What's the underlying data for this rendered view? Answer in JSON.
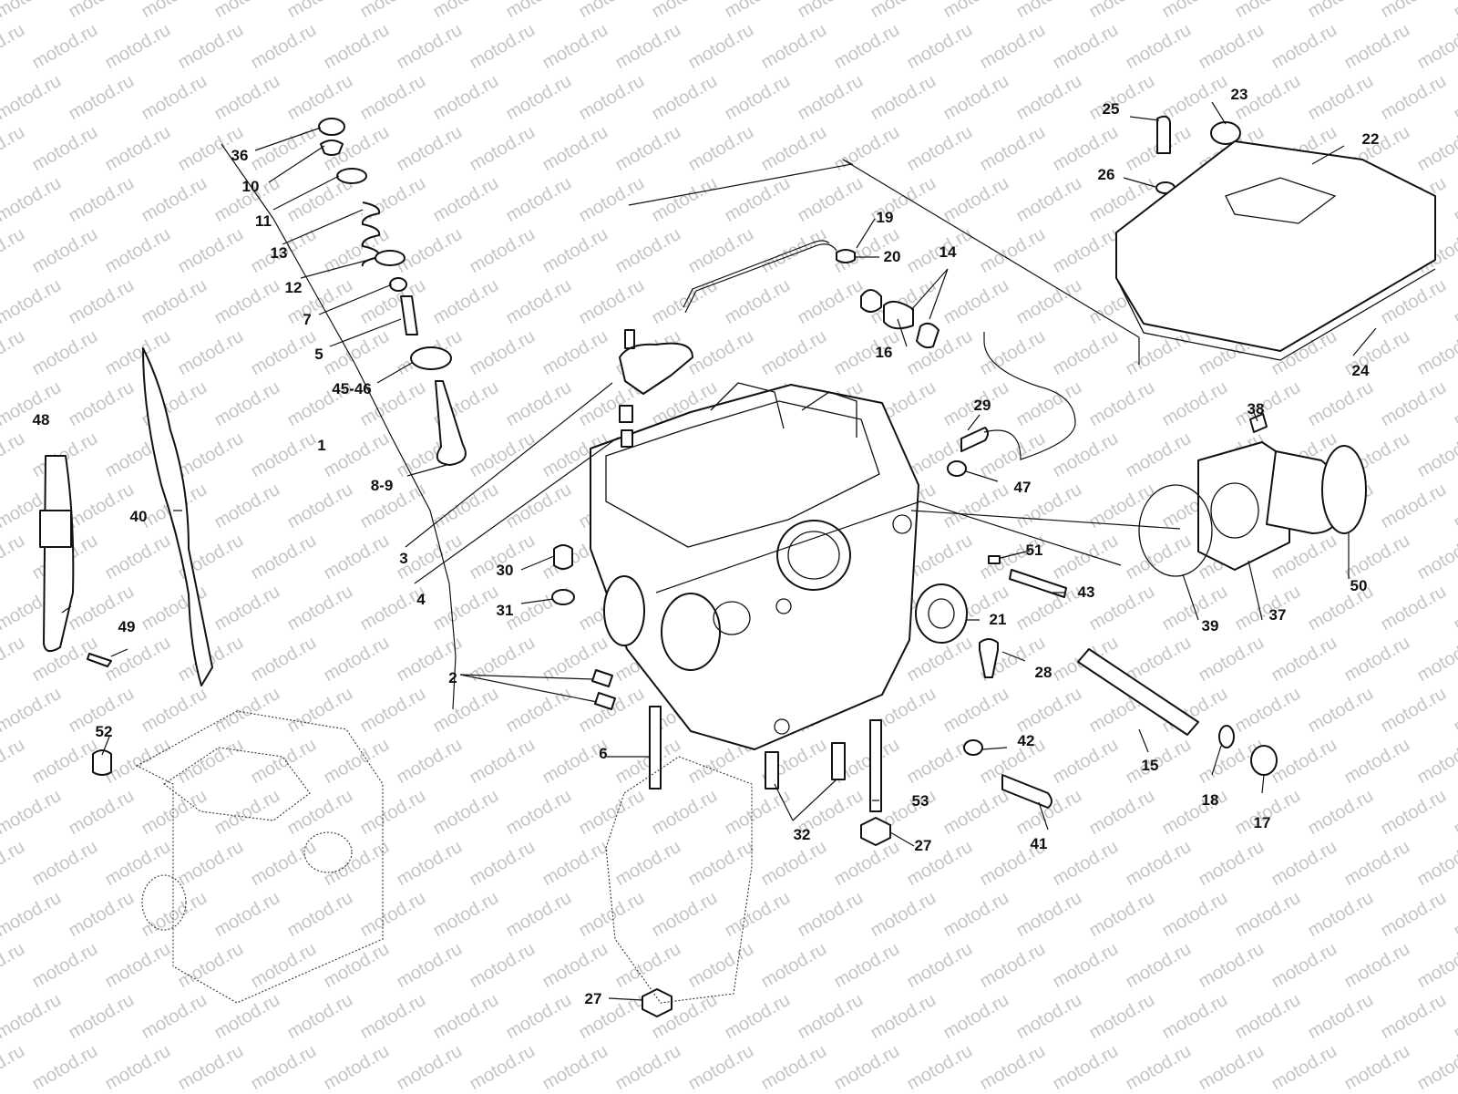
{
  "watermark": {
    "text": "motod.ru",
    "color": "#c4c4c4"
  },
  "diagram": {
    "subject": "engine cylinder head exploded parts diagram",
    "callouts": {
      "c36": "36",
      "c10": "10",
      "c11": "11",
      "c13": "13",
      "c12": "12",
      "c7": "7",
      "c5": "5",
      "c45_46": "45-46",
      "c1": "1",
      "c8_9": "8-9",
      "c3": "3",
      "c4": "4",
      "c48": "48",
      "c40": "40",
      "c49": "49",
      "c2": "2",
      "c52": "52",
      "c30": "30",
      "c31": "31",
      "c6": "6",
      "c32": "32",
      "c27a": "27",
      "c27b": "27",
      "c53": "53",
      "c19": "19",
      "c20": "20",
      "c14": "14",
      "c16": "16",
      "c29": "29",
      "c47": "47",
      "c51": "51",
      "c43": "43",
      "c21": "21",
      "c28": "28",
      "c42": "42",
      "c41": "41",
      "c15": "15",
      "c18": "18",
      "c17": "17",
      "c25": "25",
      "c23": "23",
      "c22": "22",
      "c26": "26",
      "c24": "24",
      "c38": "38",
      "c39": "39",
      "c37": "37",
      "c50": "50"
    }
  }
}
